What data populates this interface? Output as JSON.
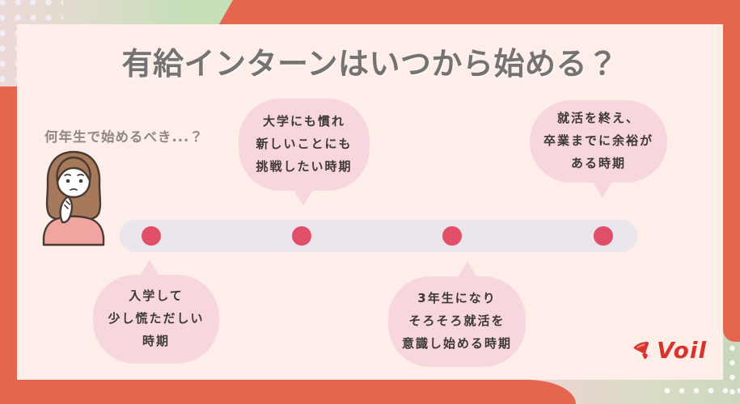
{
  "header": {
    "title": "有給インターンはいつから始める？"
  },
  "intro": {
    "question": "何年生で始めるべき...？",
    "illustration": "worried-student-woman"
  },
  "timeline": {
    "type": "timeline",
    "bar_style": "horizontal-rounded",
    "stages": [
      {
        "year": 1,
        "bubble_position": "below",
        "label": "入学して\n少し慌ただしい\n時期"
      },
      {
        "year": 2,
        "bubble_position": "above",
        "label": "大学にも慣れ\n新しいことにも\n挑戦したい時期"
      },
      {
        "year": 3,
        "bubble_position": "below",
        "label": "3年生になり\nそろそろ就活を\n意識し始める時期"
      },
      {
        "year": 4,
        "bubble_position": "above",
        "label": "就活を終え、\n卒業までに余裕が\nある時期"
      }
    ]
  },
  "footer": {
    "logo_text": "Voil",
    "logo_icon": "megaphone-icon"
  },
  "colors": {
    "background_red": "#E5654F",
    "card_bg": "#FDEEE9",
    "bubble_pink": "#F8D6DE",
    "bubble_text": "#3C3938",
    "timeline_bar": "#EBE6EB",
    "timeline_dot": "#E04E67",
    "title_gray": "#757371",
    "hint_gray": "#8D8884",
    "beige": "#ECD9D6",
    "accent_green": "#C5DFB7",
    "green_strip": "#CBD7BD",
    "logo_red": "#D8342C"
  }
}
